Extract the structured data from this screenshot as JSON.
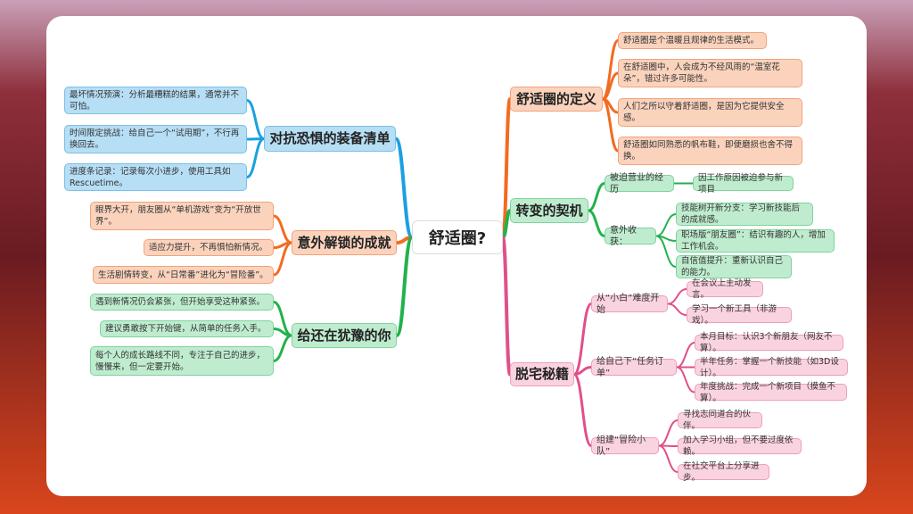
{
  "colors": {
    "blue": "#1ba0e2",
    "orange": "#f26b21",
    "green": "#22b24c",
    "pink": "#e0508a"
  },
  "center": "舒适圈?",
  "left": [
    {
      "title": "对抗恐惧的装备清单",
      "items": [
        "最坏情况预演：分析最糟糕的结果，通常并不可怕。",
        "时间限定挑战：给自己一个“试用期”，不行再换回去。",
        "进度条记录：记录每次小进步，使用工具如Rescuetime。"
      ]
    },
    {
      "title": "意外解锁的成就",
      "items": [
        "眼界大开，朋友圈从“单机游戏”变为“开放世界”。",
        "适应力提升，不再惧怕新情况。",
        "生活剧情转变，从“日常番”进化为“冒险番”。"
      ]
    },
    {
      "title": "给还在犹豫的你",
      "items": [
        "遇到新情况仍会紧张，但开始享受这种紧张。",
        "建议勇敢按下开始键，从简单的任务入手。",
        "每个人的成长路线不同，专注于自己的进步，慢慢来，但一定要开始。"
      ]
    }
  ],
  "right": [
    {
      "title": "舒适圈的定义",
      "items": [
        "舒适圈是个温暖且规律的生活模式。",
        "在舒适圈中，人会成为不经风雨的“温室花朵”，错过许多可能性。",
        "人们之所以守着舒适圈，是因为它提供安全感。",
        "舒适圈如同熟悉的帆布鞋，即便磨损也舍不得换。"
      ]
    },
    {
      "title": "转变的契机",
      "subs": [
        {
          "title": "被迫营业的经历",
          "items": [
            "因工作原因被迫参与新项目"
          ]
        },
        {
          "title": "意外收获：",
          "items": [
            "技能树开新分支：学习新技能后的成就感。",
            "职场版“朋友圈”：结识有趣的人，增加工作机会。",
            "自信值提升：重新认识自己的能力。"
          ]
        }
      ]
    },
    {
      "title": "脱宅秘籍",
      "subs": [
        {
          "title": "从“小白”难度开始",
          "items": [
            "在会议上主动发言。",
            "学习一个新工具（非游戏）。"
          ]
        },
        {
          "title": "给自己下“任务订单”",
          "items": [
            "本月目标：认识3个新朋友（网友不算）。",
            "半年任务：掌握一个新技能（如3D设计）。",
            "年度挑战：完成一个新项目（摸鱼不算）。"
          ]
        },
        {
          "title": "组建“冒险小队”",
          "items": [
            "寻找志同道合的伙伴。",
            "加入学习小组，但不要过度依赖。",
            "在社交平台上分享进步。"
          ]
        }
      ]
    }
  ]
}
